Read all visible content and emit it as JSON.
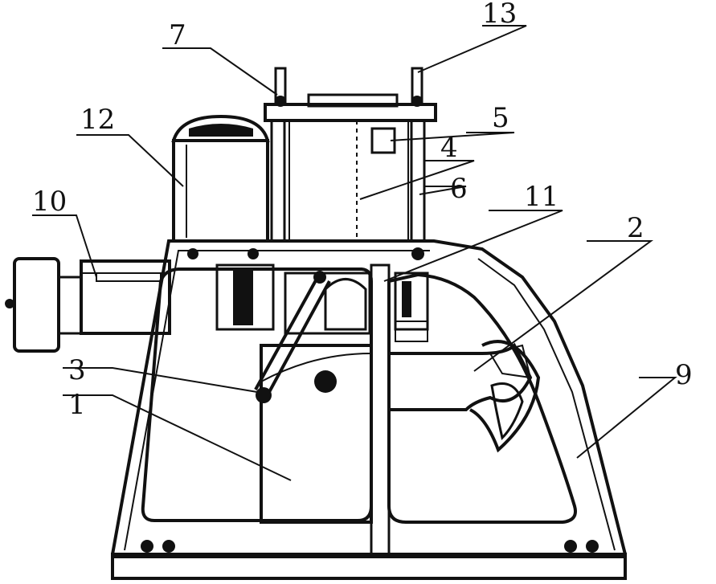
{
  "labels": {
    "l1": "1",
    "l2": "2",
    "l3": "3",
    "l4": "4",
    "l5": "5",
    "l6": "6",
    "l7": "7",
    "l9": "9",
    "l10": "10",
    "l11": "11",
    "l12": "12",
    "l13": "13"
  },
  "colors": {
    "ink": "#111111",
    "paper": "#ffffff"
  }
}
